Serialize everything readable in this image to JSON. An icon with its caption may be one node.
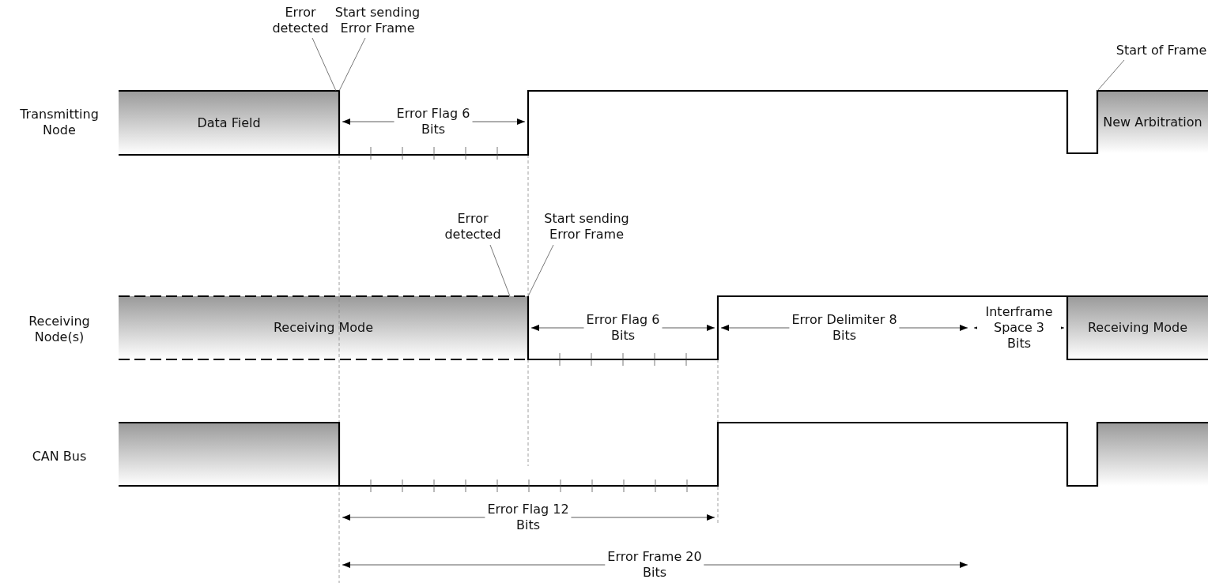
{
  "diagram": {
    "nodes": [
      {
        "text": [
          "Error detected"
        ]
      },
      {
        "text": [
          "Start sending Error Frame"
        ]
      },
      {
        "text": [
          "Start of Frame"
        ]
      },
      {
        "text": [
          "Data Field"
        ]
      },
      {
        "text": [
          "New Arbitration"
        ]
      },
      {
        "text": [
          "Error detected"
        ]
      },
      {
        "text": [
          "Start sending Error Frame"
        ]
      },
      {
        "text": [
          "Receiving Mode"
        ]
      },
      {
        "text": [
          "Receiving Mode"
        ]
      },
      {
        "text": [],
        "shape": "box"
      },
      {
        "text": [],
        "shape": "box"
      }
    ],
    "edges": [
      {
        "from": 0,
        "to": 3,
        "arrow": "none"
      },
      {
        "from": 1,
        "to": 3,
        "arrow": "none"
      },
      {
        "from": 2,
        "to": 4,
        "arrow": "none"
      },
      {
        "from": 5,
        "to": 7,
        "arrow": "none"
      },
      {
        "from": 6,
        "to": 7,
        "arrow": "none"
      }
    ],
    "labels": [
      "Transmitting Node",
      "Error Flag 6 Bits",
      "Receiving Node(s)",
      "Error Flag 6 Bits",
      "Error Delimiter 8 Bits",
      "Interframe Space 3 Bits",
      "CAN Bus",
      "Error Flag 12 Bits",
      "Error Frame 20 Bits"
    ]
  }
}
